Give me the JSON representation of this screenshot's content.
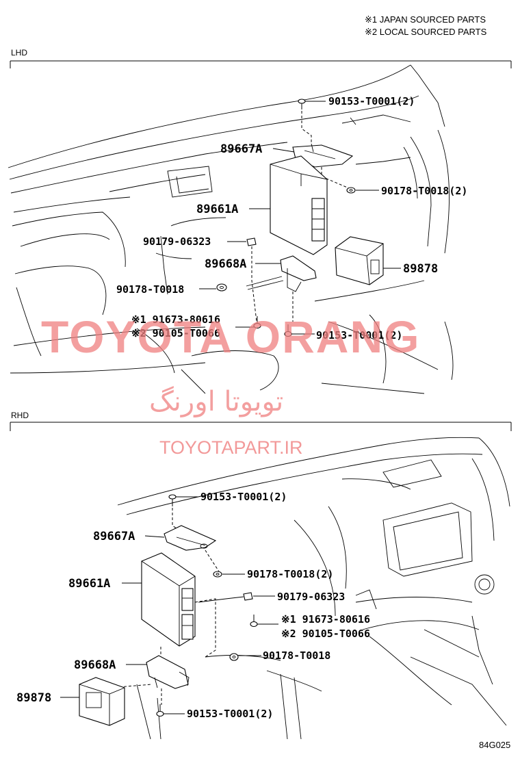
{
  "notes": {
    "note1": "※1 JAPAN SOURCED PARTS",
    "note2": "※2 LOCAL SOURCED PARTS"
  },
  "sections": {
    "lhd": "LHD",
    "rhd": "RHD"
  },
  "lhd_labels": {
    "bolt_top": "90153-T0001(2)",
    "bracket_upper": "89667A",
    "nut_right": "90178-T0018(2)",
    "ecu": "89661A",
    "clip": "90179-06323",
    "bracket_lower": "89668A",
    "module": "89878",
    "nut_left": "90178-T0018",
    "screw_jp": "※1 91673-80616",
    "screw_local": "※2 90105-T0066",
    "bolt_bottom": "90153-T0001(2)"
  },
  "rhd_labels": {
    "bolt_top": "90153-T0001(2)",
    "bracket_upper": "89667A",
    "nut_right": "90178-T0018(2)",
    "ecu": "89661A",
    "clip": "90179-06323",
    "screw_jp": "※1 91673-80616",
    "screw_local": "※2 90105-T0066",
    "nut_single": "90178-T0018",
    "bracket_lower": "89668A",
    "module": "89878",
    "bolt_bottom": "90153-T0001(2)"
  },
  "watermarks": {
    "brand": "TOYOTA ORANG",
    "persian": "تويوتا اورنگ",
    "site": "TOYOTAPART.IR"
  },
  "figure_code": "84G025",
  "colors": {
    "watermark": "#f08080",
    "line": "#000000"
  }
}
